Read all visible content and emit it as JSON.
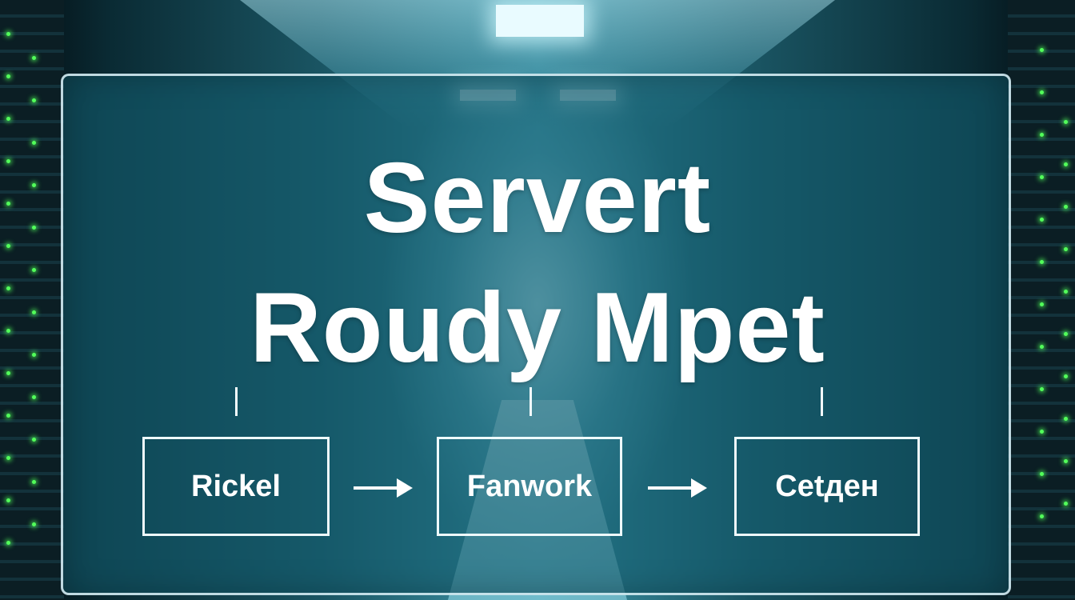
{
  "title": {
    "line1": "Servert",
    "line2": "Roudy Mpet"
  },
  "steps": [
    {
      "label": "Rickel"
    },
    {
      "label": "Fanwork"
    },
    {
      "label": "Cetден"
    }
  ],
  "colors": {
    "panel_fill": "#145c6e",
    "panel_border": "#e1f5fa",
    "text": "#ffffff",
    "led": "#52ff5a"
  },
  "icons": [
    "right-arrow-icon",
    "right-arrow-icon"
  ]
}
